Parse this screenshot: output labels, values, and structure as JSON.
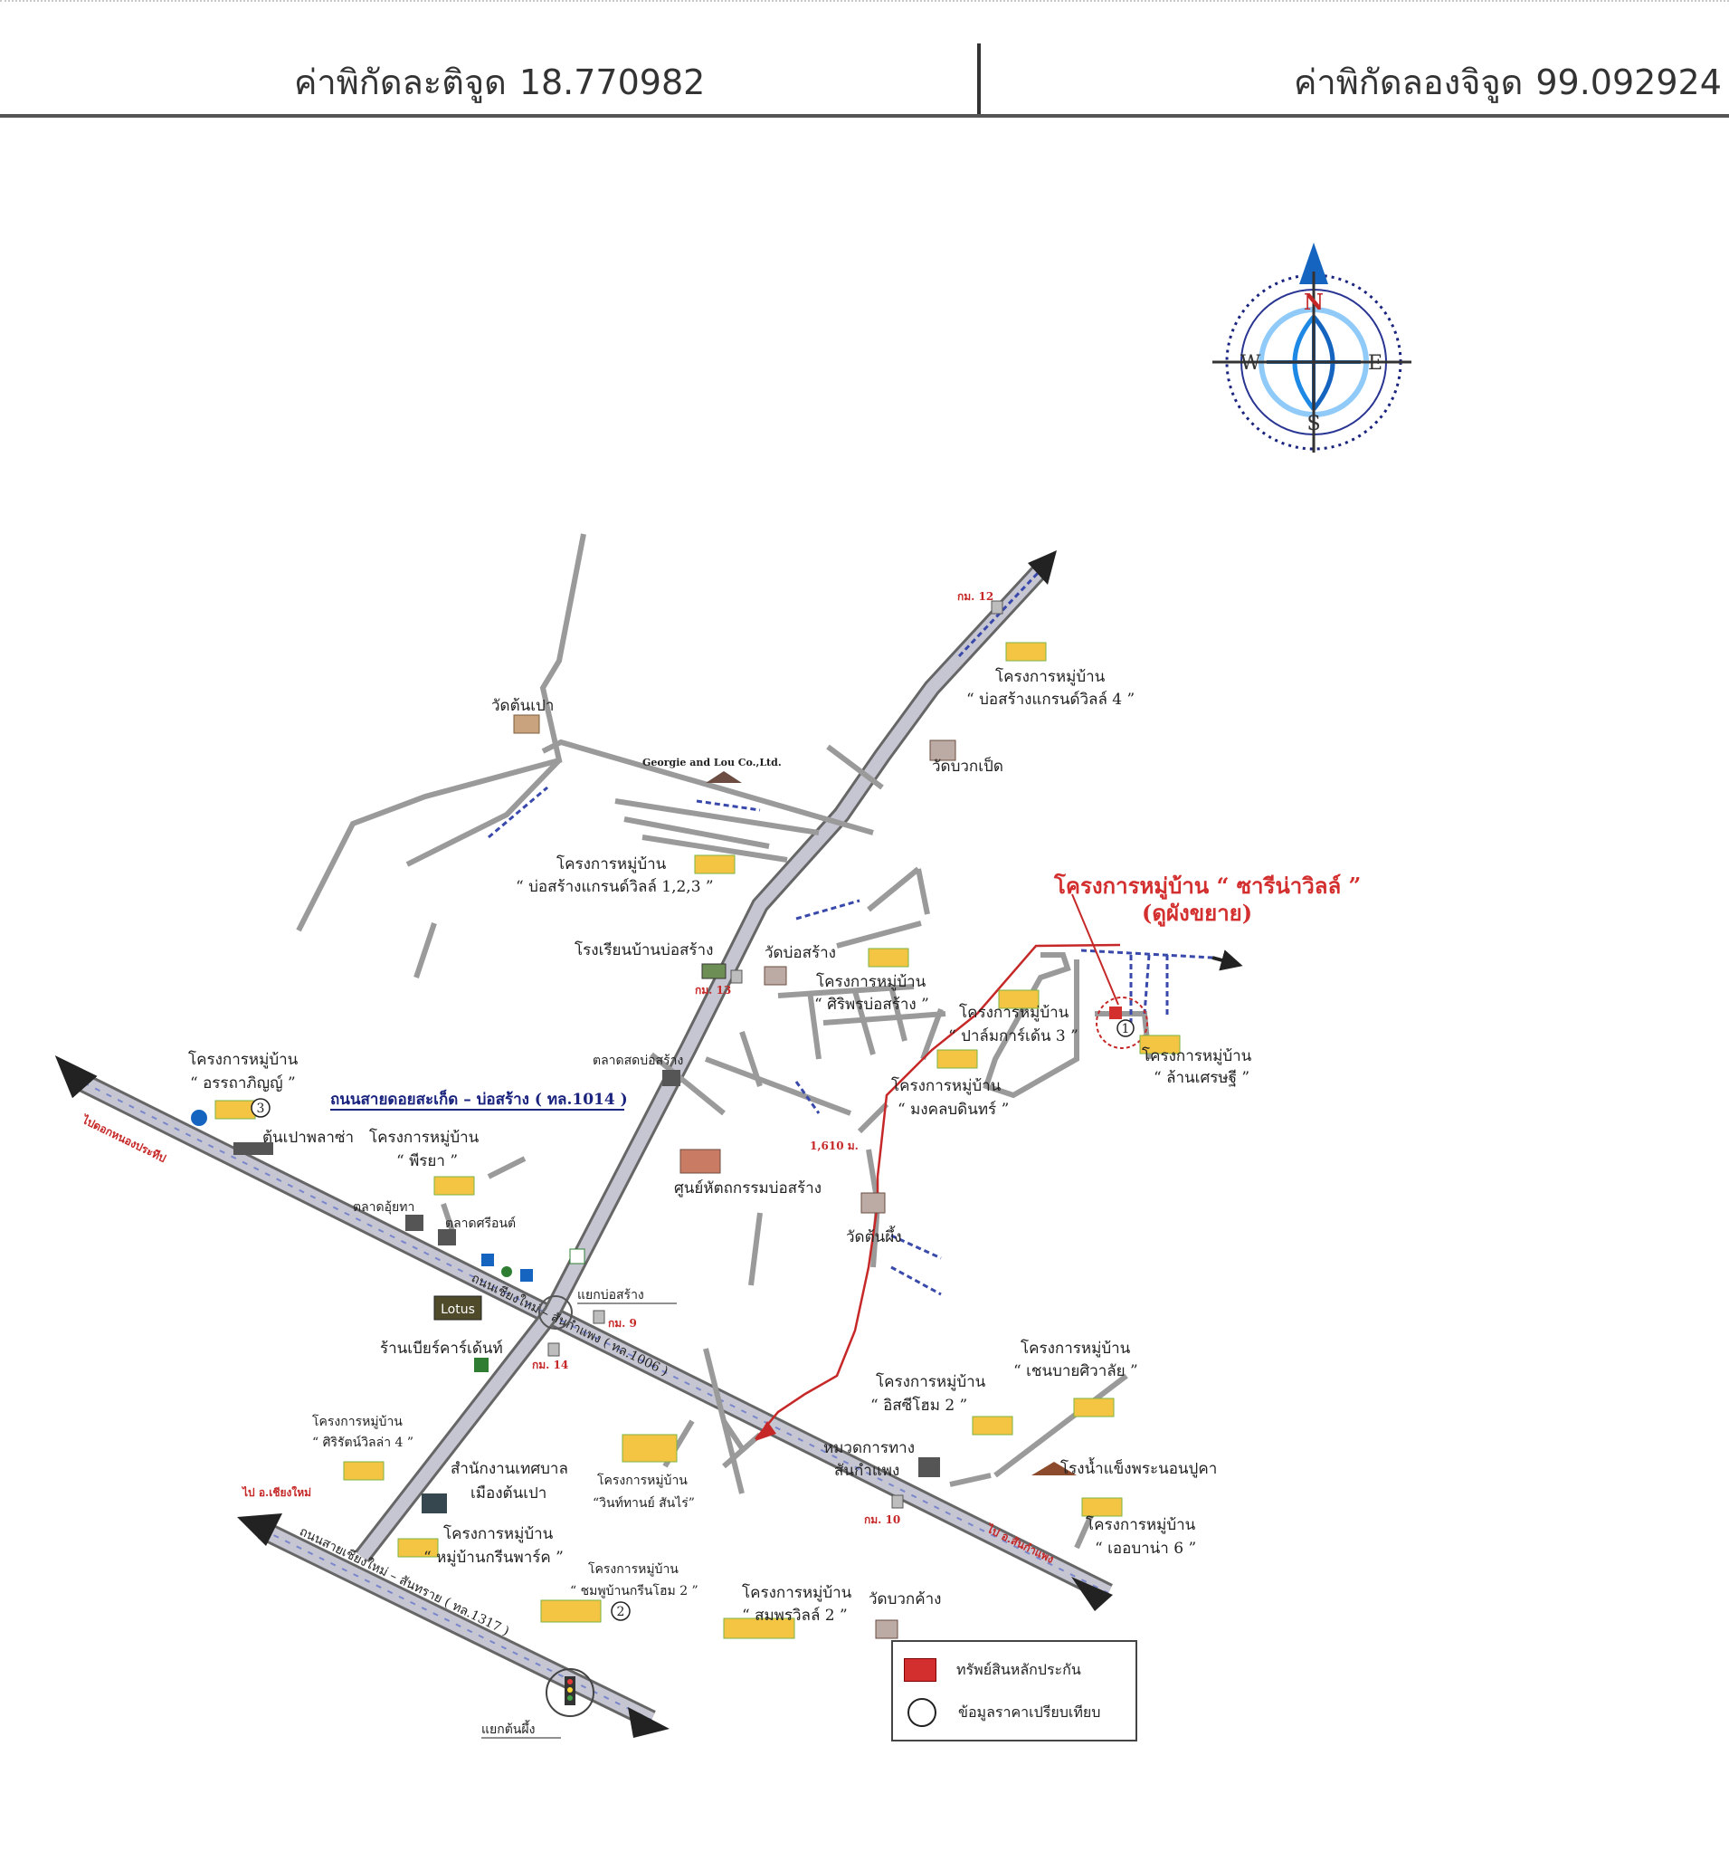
{
  "header": {
    "latitude_label": "ค่าพิกัดละติจูด",
    "latitude_value": "18.770982",
    "longitude_label": "ค่าพิกัดลองจิจูด",
    "longitude_value": "99.092924"
  },
  "compass": {
    "n": "N",
    "s": "S",
    "e": "E",
    "w": "W"
  },
  "target": {
    "title": "โครงการหมู่บ้าน “ ซารีน่าวิลล์ ”",
    "subtitle": "(ดูผังขยาย)",
    "marker_number": "1"
  },
  "roads": {
    "main_highway": "ถนนสายดอยสะเก็ด – บ่อสร้าง ( ทล.1014 )",
    "route_distance": "1,610 ม.",
    "to_left": "ไปดอกหนองประทีป",
    "to_chiangmai": "ไป อ.เชียงใหม่",
    "to_right": "ไป อ.สันกำแพง",
    "highway_label": "ถนนเชียงใหม่ – สันกำแพง ( ทล.1006 )",
    "lower_road_label": "ถนนสายเชียงใหม่ – สันทราย ( ทล.1317 )"
  },
  "km_markers": {
    "km12": "กม. 12",
    "km13": "กม. 13",
    "km9": "กม. 9",
    "km14": "กม. 14",
    "km10": "กม. 10"
  },
  "places": {
    "wat_ton_pao": "วัดต้นเปา",
    "georgie": "Georgie and Lou Co.,Ltd.",
    "wat_buak_pet": "วัดบวกเป็ด",
    "proj_borsang_grand4_a": "โครงการหมู่บ้าน",
    "proj_borsang_grand4_b": "“ บ่อสร้างแกรนด์วิลล์ 4 ”",
    "proj_borsang_grand123_a": "โครงการหมู่บ้าน",
    "proj_borsang_grand123_b": "“ บ่อสร้างแกรนด์วิลล์ 1,2,3 ”",
    "school_borsang": "โรงเรียนบ้านบ่อสร้าง",
    "wat_borsang": "วัดบ่อสร้าง",
    "proj_siriporn_a": "โครงการหมู่บ้าน",
    "proj_siriporn_b": "“ ศิริพรบ่อสร้าง ”",
    "proj_palm_a": "โครงการหมู่บ้าน",
    "proj_palm_b": "“ ปาล์มการ์เด้น 3 ”",
    "proj_lanna_a": "โครงการหมู่บ้าน",
    "proj_lanna_b": "“ ล้านเศรษฐี ”",
    "market_borsang": "ตลาดสดบ่อสร้าง",
    "proj_arunothai_a": "โครงการหมู่บ้าน",
    "proj_arunothai_b": "“ อรรถาภิญญ์ ”",
    "tonpao_plaza": "ต้นเปาพลาซ่า",
    "proj_piraya_a": "โครงการหมู่บ้าน",
    "proj_piraya_b": "“ พีรยา ”",
    "proj_mongkol_a": "โครงการหมู่บ้าน",
    "proj_mongkol_b": "“ มงคลบดินทร์ ”",
    "craft_center": "ศูนย์หัตถกรรมบ่อสร้าง",
    "market_ouitha": "ตลาดอุ้ยทา",
    "market_srion": "ตลาดศรีอนต์",
    "wat_ton_pueng": "วัดต้นผึ้ง",
    "lotus": "Lotus",
    "borsang_junction": "แยกบ่อสร้าง",
    "beer_center": "ร้านเบียร์คาร์เด้นท์",
    "proj_chienbai_a": "โครงการหมู่บ้าน",
    "proj_chienbai_b": "“ เชนบายศิวาลัย ”",
    "proj_isi_a": "โครงการหมู่บ้าน",
    "proj_isi_b": "“ อิสซีโฮม 2 ”",
    "proj_sirirat_a": "โครงการหมู่บ้าน",
    "proj_sirirat_b": "“ ศิริรัตน์วิลล่า 4 ”",
    "municipal_office_a": "สำนักงานเทศบาล",
    "municipal_office_b": "เมืองต้นเปา",
    "proj_winthai_a": "โครงการหมู่บ้าน",
    "proj_winthai_b": "“วินท์ทานย์ สันไร่”",
    "highway_office_a": "หมวดการทาง",
    "highway_office_b": "สันกำแพง",
    "ice_factory": "โรงน้ำแข็งพระนอนปูคา",
    "proj_green_a": "โครงการหมู่บ้าน",
    "proj_green_b": "“ หมู่บ้านกรีนพาร์ค ”",
    "proj_chiang_a": "โครงการหมู่บ้าน",
    "proj_chiang_b": "“ ชมพูบ้านกรีนโฮม 2 ”",
    "proj_samphan_a": "โครงการหมู่บ้าน",
    "proj_samphan_b": "“ สมพรวิลล์ 2 ”",
    "wat_buak_kang": "วัดบวกค้าง",
    "proj_eua_a": "โครงการหมู่บ้าน",
    "proj_eua_b": "“ เออบาน่า 6 ”",
    "yaek_tonpao": "แยกต้นผึ้ง",
    "comp_2": "2",
    "comp_3": "3"
  },
  "legend": {
    "asset": "ทรัพย์สินหลักประกัน",
    "comparable": "ข้อมูลราคาเปรียบเทียบ"
  },
  "colors": {
    "road_fill": "#b9b9c4",
    "road_edge": "#777777",
    "street": "#9a9a9a",
    "lane_blue": "#3949ab",
    "target_red": "#d32f2f",
    "route_red": "#c62828"
  }
}
